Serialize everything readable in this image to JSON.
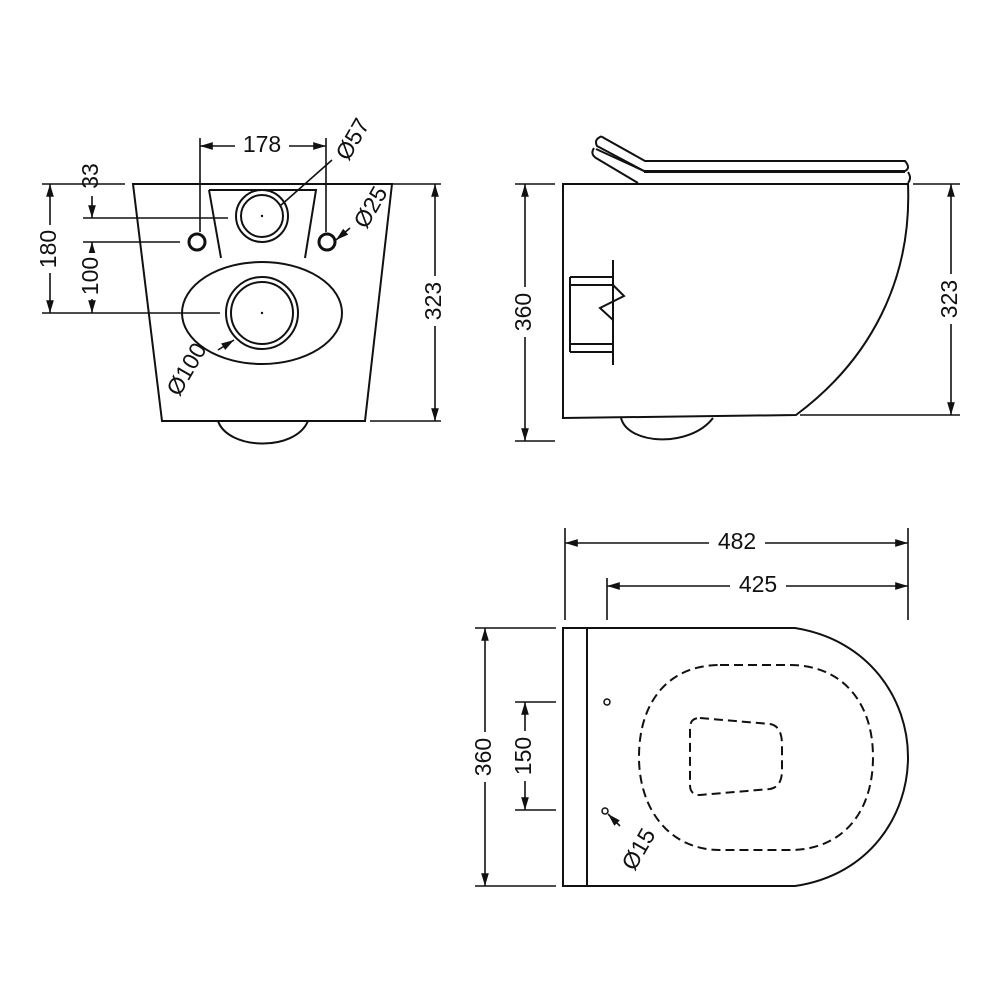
{
  "drawing": {
    "front_view": {
      "width_between_holes": "178",
      "top_outlet_diameter": "Ø57",
      "fixing_hole_diameter": "Ø25",
      "outlet_height_from_top": "33",
      "total_pan_height_to_outlet": "180",
      "hole_to_outlet": "100",
      "waste_diameter": "Ø100",
      "height": "323"
    },
    "side_view": {
      "overall_height": "360",
      "height": "323"
    },
    "plan_view": {
      "overall_length": "482",
      "projection_length": "425",
      "overall_width": "360",
      "fixing_centres": "150",
      "seat_hole_diameter": "Ø15"
    },
    "line_color": "#111111"
  }
}
